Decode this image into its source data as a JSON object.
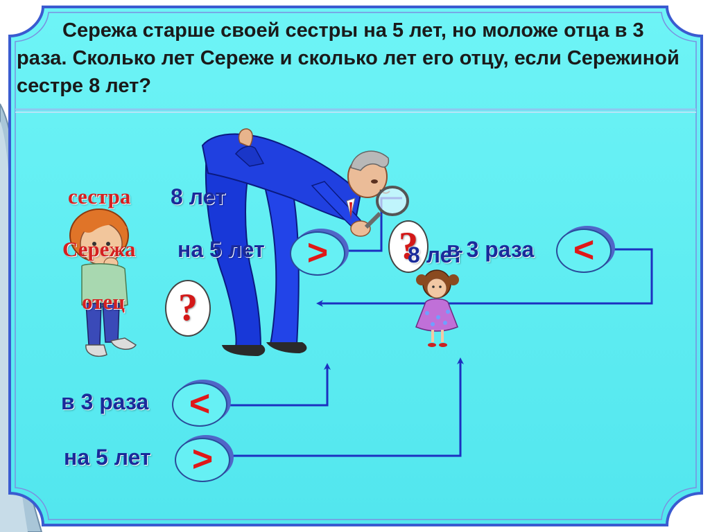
{
  "problem": {
    "text": "Сережа старше своей сестры на 5 лет, но моложе отца в 3 раза. Сколько лет Сереже и сколько лет его отцу, если Сережиной сестре 8 лет?"
  },
  "rows": {
    "sister": {
      "name": "сестра",
      "value": "8 лет"
    },
    "seryozha": {
      "name": "Сережа",
      "value": "на 5 лет"
    },
    "father": {
      "name": "отец",
      "value": "?"
    }
  },
  "center": {
    "question": "?",
    "girl_age": "8 лет",
    "ratio": "в 3 раза"
  },
  "bottom": {
    "ratio": "в 3 раза",
    "difference": "на 5 лет"
  },
  "signs": {
    "greater": ">",
    "less": "<"
  },
  "colors": {
    "background": "#5ef0f0",
    "frame": "#3a5bd0",
    "arrow": "#1c30c0",
    "label_red": "#d42020",
    "label_blue": "#1a2a9a",
    "sign_fill": "#66f0f4",
    "sign_text": "#e01818"
  },
  "icons": {
    "boy": "boy-thinking-illustration",
    "man": "man-with-magnifier-illustration",
    "girl": "girl-in-dress-illustration"
  }
}
